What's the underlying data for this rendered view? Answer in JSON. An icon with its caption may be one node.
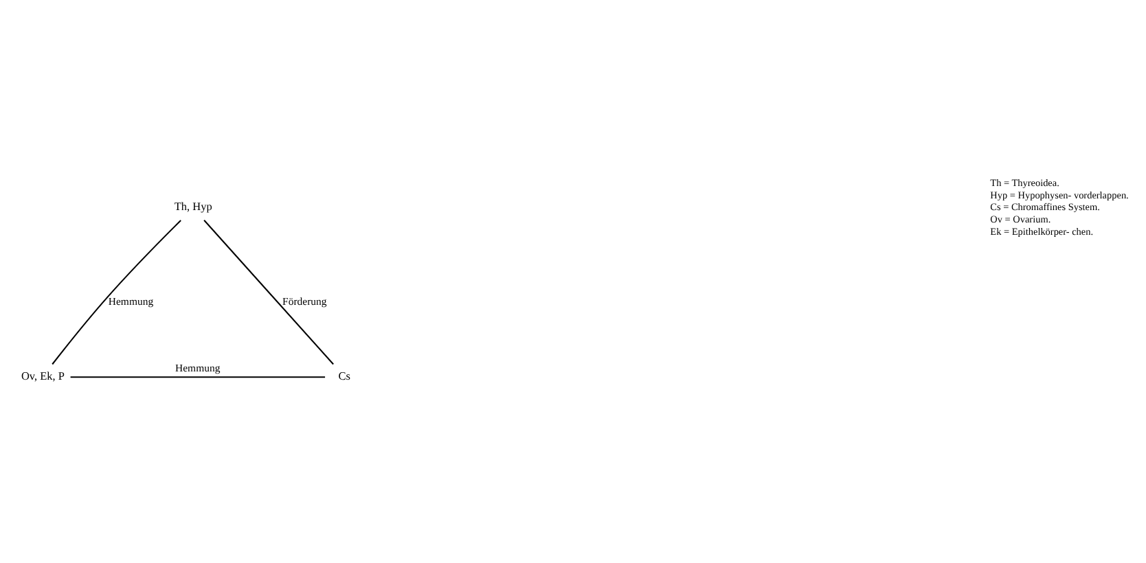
{
  "diagram": {
    "nodes": [
      {
        "text": [
          "Th, Hyp"
        ]
      },
      {
        "text": [
          "Ov, Ek, P"
        ]
      },
      {
        "text": [
          "Cs"
        ]
      }
    ],
    "edges": [
      {
        "from": 0,
        "to": 1,
        "arrow": "none",
        "label": "Hemmung"
      },
      {
        "from": 0,
        "to": 2,
        "arrow": "none",
        "label": "Förderung"
      },
      {
        "from": 1,
        "to": 2,
        "arrow": "none",
        "label": "Hemmung"
      }
    ],
    "labels": [
      "Th = Thyreoidea.",
      "Hyp = Hypophysen- vorderlappen.",
      "Cs = Chromaffines System.",
      "Ov = Ovarium.",
      "Ek = Epithelkörper- chen."
    ]
  }
}
